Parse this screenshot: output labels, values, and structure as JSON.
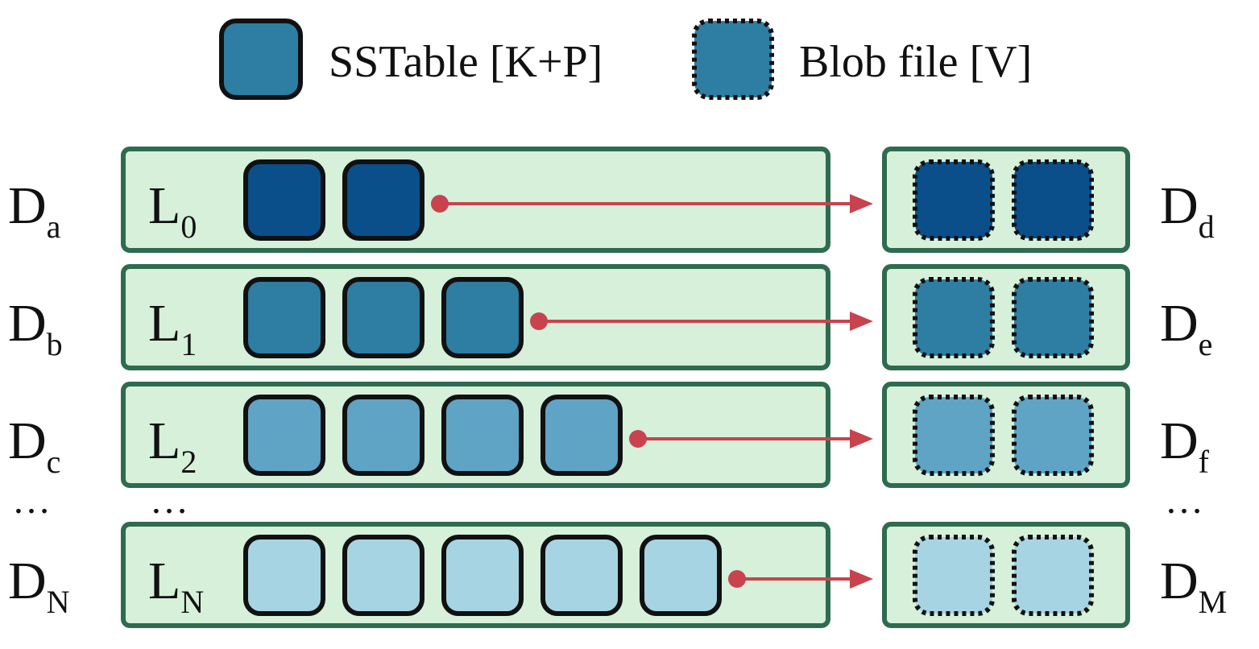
{
  "legend": {
    "sstable_label": "SSTable [K+P]",
    "blob_label": "Blob file [V]",
    "swatch_color": "#2E7DA2"
  },
  "colors": {
    "row_fill": "#D6F0DA",
    "row_border": "#2F6B4F",
    "box_border": "#111111",
    "arrow": "#C8434E",
    "level_fills": [
      "#0B4F8A",
      "#2E7DA2",
      "#5FA3C5",
      "#A7D4E3"
    ]
  },
  "rows": [
    {
      "left_base": "D",
      "left_sub": "a",
      "level_base": "L",
      "level_sub": "0",
      "sstable_count": 2,
      "right_base": "D",
      "right_sub": "d",
      "blob_count": 2
    },
    {
      "left_base": "D",
      "left_sub": "b",
      "level_base": "L",
      "level_sub": "1",
      "sstable_count": 3,
      "right_base": "D",
      "right_sub": "e",
      "blob_count": 2
    },
    {
      "left_base": "D",
      "left_sub": "c",
      "level_base": "L",
      "level_sub": "2",
      "sstable_count": 4,
      "right_base": "D",
      "right_sub": "f",
      "blob_count": 2
    },
    {
      "left_base": "D",
      "left_sub": "N",
      "level_base": "L",
      "level_sub": "N",
      "sstable_count": 5,
      "right_base": "D",
      "right_sub": "M",
      "blob_count": 2
    }
  ],
  "ellipsis": {
    "left": "…",
    "level": "…",
    "right": "…"
  }
}
